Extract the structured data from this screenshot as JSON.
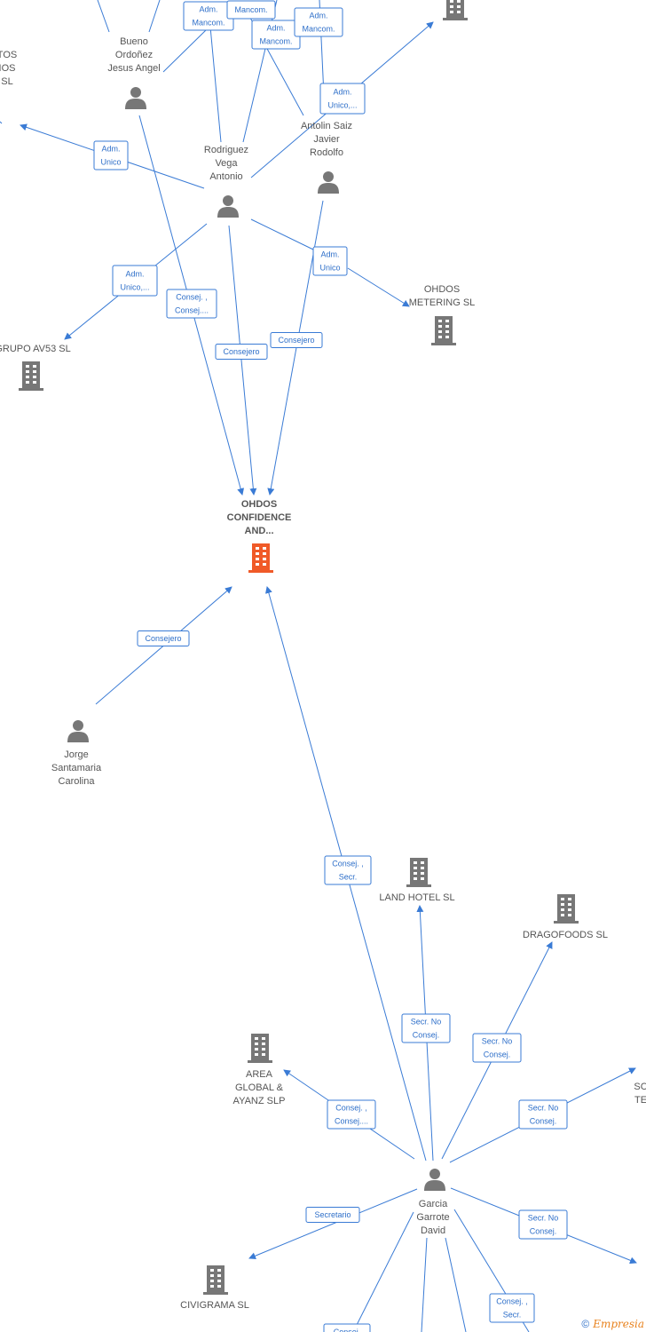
{
  "colors": {
    "edge": "#3a7bd5",
    "person": "#777777",
    "company": "#777777",
    "main_company": "#f05a28"
  },
  "nodes": [
    {
      "id": "bueno",
      "type": "person",
      "label": [
        "Bueno",
        "Ordoñez",
        "Jesus Angel"
      ]
    },
    {
      "id": "rodriguez",
      "type": "person",
      "label": [
        "Rodriguez",
        "Vega",
        "Antonio"
      ]
    },
    {
      "id": "antolin",
      "type": "person",
      "label": [
        "Antolin Saiz",
        "Javier",
        "Rodolfo"
      ]
    },
    {
      "id": "jorge",
      "type": "person",
      "label": [
        "Jorge",
        "Santamaria",
        "Carolina"
      ]
    },
    {
      "id": "garcia",
      "type": "person",
      "label": [
        "Garcia",
        "Garrote",
        "David"
      ]
    },
    {
      "id": "ohdos_conf",
      "type": "main",
      "label": [
        "OHDOS",
        "CONFIDENCE",
        "AND..."
      ]
    },
    {
      "id": "ohdos_met",
      "type": "company",
      "label": [
        "OHDOS",
        "METERING  SL"
      ]
    },
    {
      "id": "grupo",
      "type": "company",
      "label": [
        "GRUPO AV53 SL"
      ]
    },
    {
      "id": "top_company",
      "type": "company",
      "label": []
    },
    {
      "id": "left_partial",
      "type": "company",
      "label": [
        "TOS",
        "IOS",
        "SL"
      ]
    },
    {
      "id": "land",
      "type": "company",
      "label": [
        "LAND HOTEL SL"
      ]
    },
    {
      "id": "drago",
      "type": "company",
      "label": [
        "DRAGOFOODS SL"
      ]
    },
    {
      "id": "area",
      "type": "company",
      "label": [
        "AREA",
        "GLOBAL &",
        "AYANZ  SLP"
      ]
    },
    {
      "id": "civi",
      "type": "company",
      "label": [
        "CIVIGRAMA  SL"
      ]
    },
    {
      "id": "right_partial",
      "type": "company",
      "label": [
        "SC",
        "TE"
      ]
    }
  ],
  "relations": [
    {
      "label": [
        "Adm.",
        "Mancom."
      ]
    },
    {
      "label": [
        "Mancom."
      ]
    },
    {
      "label": [
        "Adm.",
        "Mancom."
      ]
    },
    {
      "label": [
        "Adm.",
        "Mancom."
      ]
    },
    {
      "label": [
        "Adm.",
        "Unico,..."
      ]
    },
    {
      "label": [
        "Adm.",
        "Unico"
      ]
    },
    {
      "label": [
        "Adm.",
        "Unico,..."
      ]
    },
    {
      "label": [
        "Consej. ,",
        "Consej...."
      ]
    },
    {
      "label": [
        "Adm.",
        "Unico"
      ]
    },
    {
      "label": [
        "Consejero"
      ]
    },
    {
      "label": [
        "Consejero"
      ]
    },
    {
      "label": [
        "Consejero"
      ]
    },
    {
      "label": [
        "Consej. ,",
        "Secr."
      ]
    },
    {
      "label": [
        "Secr.  No",
        "Consej."
      ]
    },
    {
      "label": [
        "Secr.  No",
        "Consej."
      ]
    },
    {
      "label": [
        "Consej. ,",
        "Consej...."
      ]
    },
    {
      "label": [
        "Secr.  No",
        "Consej."
      ]
    },
    {
      "label": [
        "Secretario"
      ]
    },
    {
      "label": [
        "Secr.  No",
        "Consej."
      ]
    },
    {
      "label": [
        "Consej. ,",
        "Secr."
      ]
    },
    {
      "label": [
        "Consej."
      ]
    }
  ],
  "footer": {
    "copyright": "©",
    "brand": "Empresia"
  }
}
